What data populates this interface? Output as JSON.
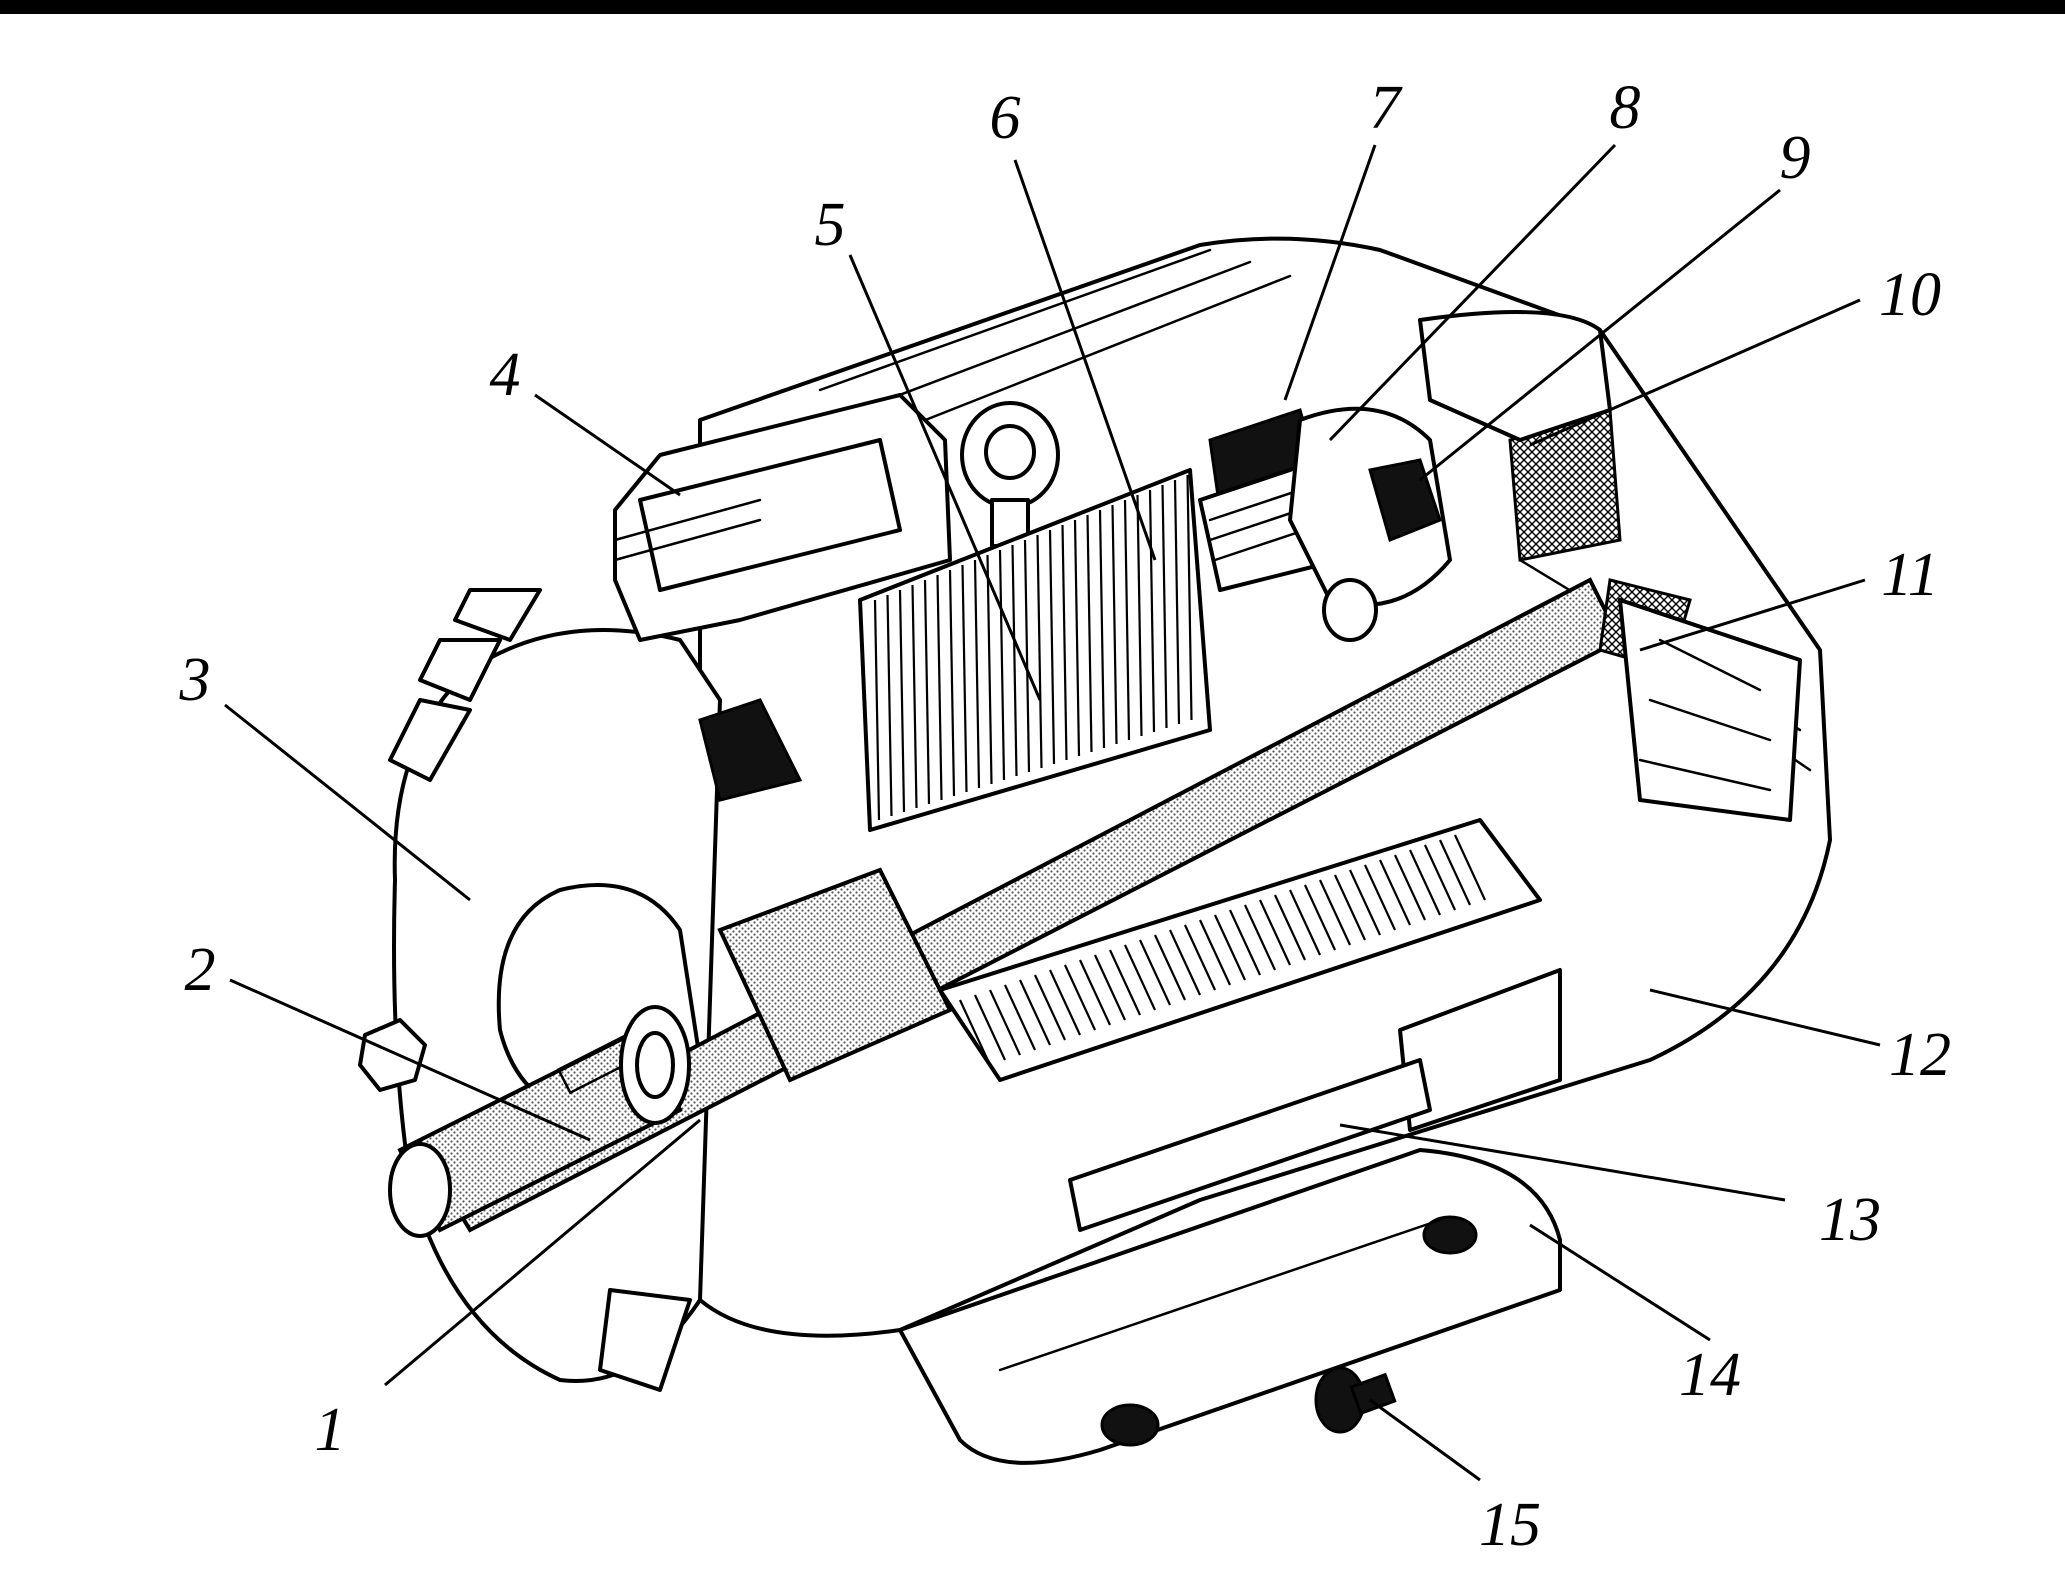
{
  "figure": {
    "callouts": [
      {
        "id": "1",
        "label": "1"
      },
      {
        "id": "2",
        "label": "2"
      },
      {
        "id": "3",
        "label": "3"
      },
      {
        "id": "4",
        "label": "4"
      },
      {
        "id": "5",
        "label": "5"
      },
      {
        "id": "6",
        "label": "6"
      },
      {
        "id": "7",
        "label": "7"
      },
      {
        "id": "8",
        "label": "8"
      },
      {
        "id": "9",
        "label": "9"
      },
      {
        "id": "10",
        "label": "10"
      },
      {
        "id": "11",
        "label": "11"
      },
      {
        "id": "12",
        "label": "12"
      },
      {
        "id": "13",
        "label": "13"
      },
      {
        "id": "14",
        "label": "14"
      },
      {
        "id": "15",
        "label": "15"
      }
    ],
    "colors": {
      "ink": "#000000",
      "paper": "#ffffff",
      "shaft_stipple": "#bdbdbd",
      "winding_dark": "#111111"
    }
  }
}
